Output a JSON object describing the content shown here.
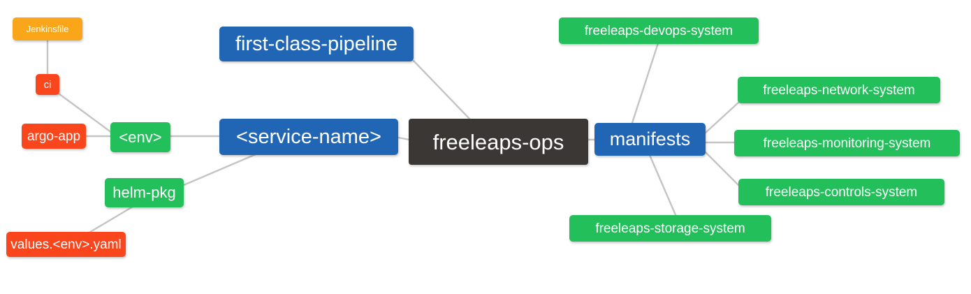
{
  "diagram": {
    "type": "mindmap",
    "title": "freeleaps-ops",
    "background_color": "#ffffff",
    "edge_color": "#c4c4c4",
    "palette": {
      "root": "#3b3735",
      "blue": "#2166b5",
      "green": "#22bf5b",
      "orange": "#faa61a",
      "red": "#f9461c",
      "text": "#ffffff"
    }
  },
  "nodes": {
    "root": {
      "label": "freeleaps-ops",
      "color": "#3b3735"
    },
    "first_class_pipeline": {
      "label": "first-class-pipeline",
      "color": "#2166b5"
    },
    "service_name": {
      "label": "<service-name>",
      "color": "#2166b5"
    },
    "manifests": {
      "label": "manifests",
      "color": "#2166b5"
    },
    "env": {
      "label": "<env>",
      "color": "#22bf5b"
    },
    "helm_pkg": {
      "label": "helm-pkg",
      "color": "#22bf5b"
    },
    "jenkinsfile": {
      "label": "Jenkinsfile",
      "color": "#faa61a"
    },
    "ci": {
      "label": "ci",
      "color": "#f9461c"
    },
    "argo_app": {
      "label": "argo-app",
      "color": "#f9461c"
    },
    "values_yaml": {
      "label": "values.<env>.yaml",
      "color": "#f9461c"
    },
    "devops_system": {
      "label": "freeleaps-devops-system",
      "color": "#22bf5b"
    },
    "network_system": {
      "label": "freeleaps-network-system",
      "color": "#22bf5b"
    },
    "monitoring_system": {
      "label": "freeleaps-monitoring-system",
      "color": "#22bf5b"
    },
    "controls_system": {
      "label": "freeleaps-controls-system",
      "color": "#22bf5b"
    },
    "storage_system": {
      "label": "freeleaps-storage-system",
      "color": "#22bf5b"
    }
  },
  "edges": [
    {
      "from": "root",
      "to": "service_name"
    },
    {
      "from": "root",
      "to": "first_class_pipeline"
    },
    {
      "from": "root",
      "to": "manifests"
    },
    {
      "from": "service_name",
      "to": "env"
    },
    {
      "from": "service_name",
      "to": "helm_pkg"
    },
    {
      "from": "env",
      "to": "ci"
    },
    {
      "from": "env",
      "to": "argo_app"
    },
    {
      "from": "ci",
      "to": "jenkinsfile"
    },
    {
      "from": "helm_pkg",
      "to": "values_yaml"
    },
    {
      "from": "manifests",
      "to": "devops_system"
    },
    {
      "from": "manifests",
      "to": "network_system"
    },
    {
      "from": "manifests",
      "to": "monitoring_system"
    },
    {
      "from": "manifests",
      "to": "controls_system"
    },
    {
      "from": "manifests",
      "to": "storage_system"
    }
  ]
}
